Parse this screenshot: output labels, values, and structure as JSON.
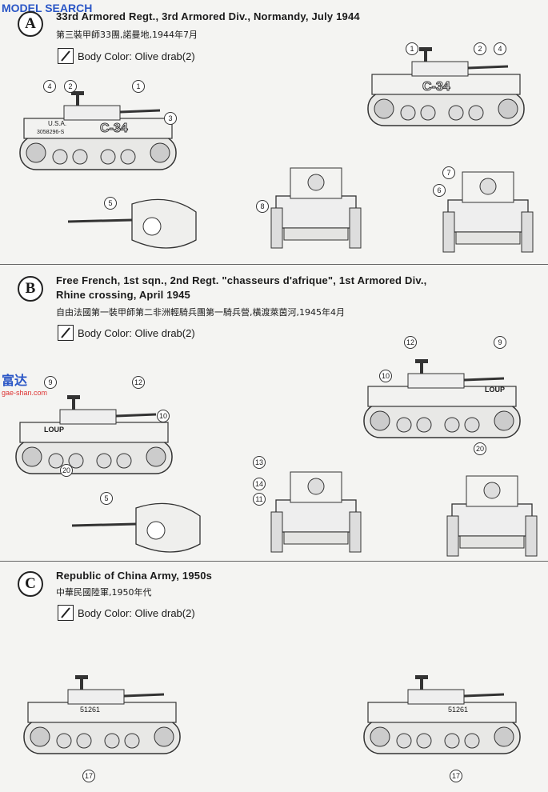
{
  "watermark": {
    "brand_a": "M",
    "brand_b": "ODEL",
    "brand_c": "SEARCH",
    "side_cn": "富达",
    "side_url": "gae-shan.com"
  },
  "sections": [
    {
      "letter": "A",
      "title": "33rd Armored Regt., 3rd Armored Div., Normandy, July 1944",
      "cn": "第三裝甲師33團,諾曼地,1944年7月",
      "paint": "Body Color: Olive drab(2)",
      "markings": [
        "C-34",
        "U.S.A.",
        "3058296-S"
      ]
    },
    {
      "letter": "B",
      "title_line1": "Free French, 1st sqn., 2nd Regt. \"chasseurs d'afrique\", 1st Armored Div.,",
      "title_line2": "Rhine crossing, April 1945",
      "cn": "自由法國第一裝甲師第二非洲輕騎兵團第一騎兵營,橫渡萊茵河,1945年4月",
      "paint": "Body Color: Olive drab(2)",
      "markings": [
        "LOUP"
      ]
    },
    {
      "letter": "C",
      "title": "Republic of China Army, 1950s",
      "cn": "中華民國陸軍,1950年代",
      "paint": "Body Color: Olive drab(2)",
      "markings": [
        "51261"
      ]
    }
  ],
  "callouts": [
    "1",
    "2",
    "3",
    "4",
    "5",
    "6",
    "7",
    "8",
    "9",
    "10",
    "11",
    "12",
    "13",
    "14",
    "17",
    "20"
  ]
}
